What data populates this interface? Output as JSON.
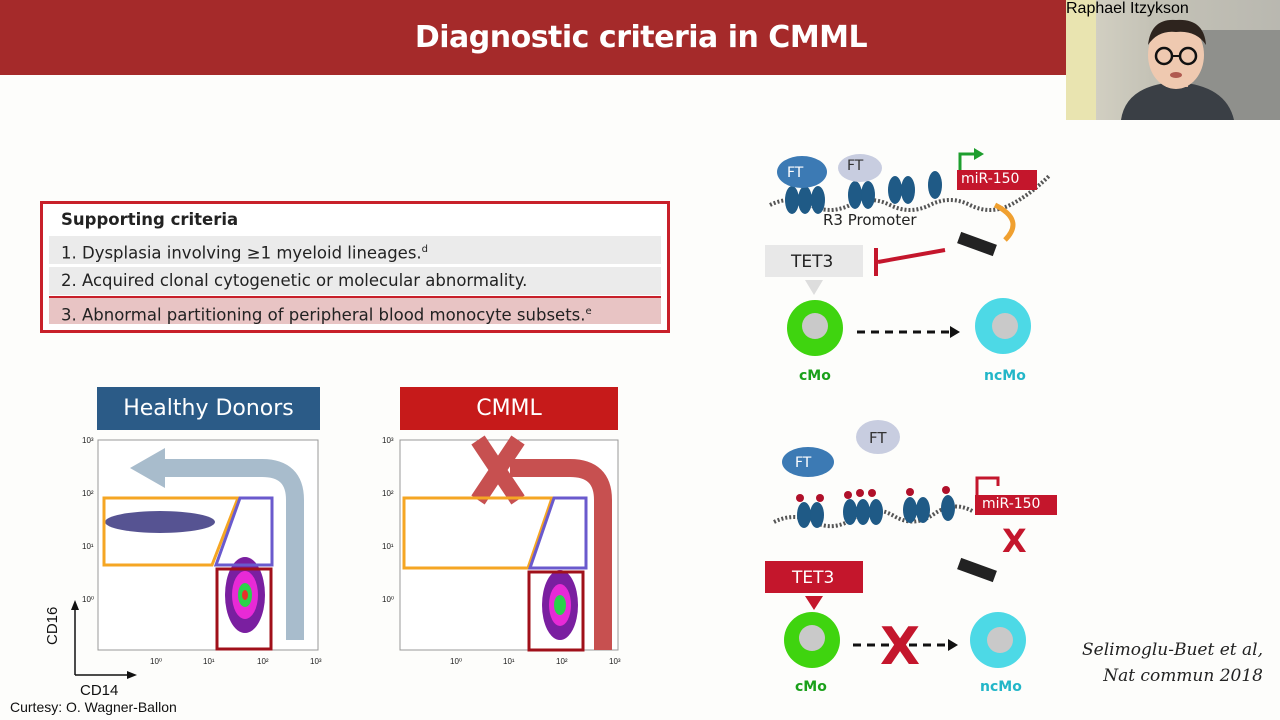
{
  "slide": {
    "title": "Diagnostic criteria in CMML"
  },
  "video": {
    "speaker_name": "Raphael Itzykson"
  },
  "criteria_table": {
    "header": "Supporting criteria",
    "rows": [
      {
        "text": "1. Dysplasia involving ≥1 myeloid lineages.",
        "sup": "d"
      },
      {
        "text": "2. Acquired clonal cytogenetic or molecular abnormality.",
        "sup": ""
      },
      {
        "text": "3. Abnormal partitioning of peripheral blood monocyte subsets.",
        "sup": "e"
      }
    ]
  },
  "panels": {
    "healthy": "Healthy Donors",
    "cmml": "CMML"
  },
  "axes": {
    "y_label": "CD16",
    "x_label": "CD14",
    "ticks": [
      "10⁰",
      "10¹",
      "10²",
      "10³"
    ]
  },
  "credit": "Curtesy: O. Wagner-Ballon",
  "diagram": {
    "ft": "FT",
    "promoter": "R3 Promoter",
    "mirna": "miR-150",
    "tet3": "TET3",
    "cmo": "cMo",
    "ncmo": "ncMo",
    "x_mark": "X"
  },
  "citation": {
    "line1": "Selimoglu-Buet et al,",
    "line2": "Nat commun 2018"
  },
  "colors": {
    "header_red": "#a52a2a",
    "healthy_blue": "#2b5b87",
    "cmml_red": "#c61a1a",
    "gate_orange": "#f5a623",
    "gate_purple": "#6a5acd",
    "gate_red": "#a0101a",
    "cmo_green": "#3fd40f",
    "ncmo_cyan": "#4dd9e6"
  }
}
